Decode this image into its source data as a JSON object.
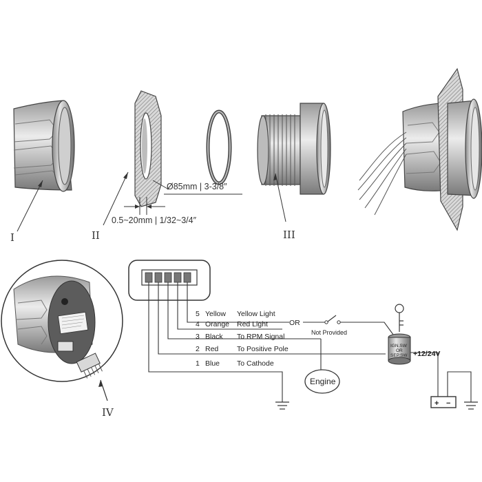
{
  "labels": {
    "part_1": "I",
    "part_2": "II",
    "part_3": "III",
    "part_4": "IV"
  },
  "dimensions": {
    "diameter": "Ø85mm | 3-3/8″",
    "thickness": "0.5~20mm | 1/32~3/4″"
  },
  "wires": [
    {
      "num": "5",
      "color": "Yellow",
      "function": "Yellow Light"
    },
    {
      "num": "4",
      "color": "Orange",
      "function": "Red Light"
    },
    {
      "num": "3",
      "color": "Black",
      "function": "To RPM Signal"
    },
    {
      "num": "2",
      "color": "Red",
      "function": "To Positive Pole"
    },
    {
      "num": "1",
      "color": "Blue",
      "function": "To Cathode"
    }
  ],
  "circuit": {
    "or_label": "OR",
    "not_provided": "Not  Provided",
    "switch_line1": "IGN.SW",
    "switch_line2": "OR",
    "switch_line3": "SEP.SW",
    "voltage": "+12/24V",
    "engine": "Engine",
    "battery_plus": "+",
    "battery_minus": "−"
  }
}
